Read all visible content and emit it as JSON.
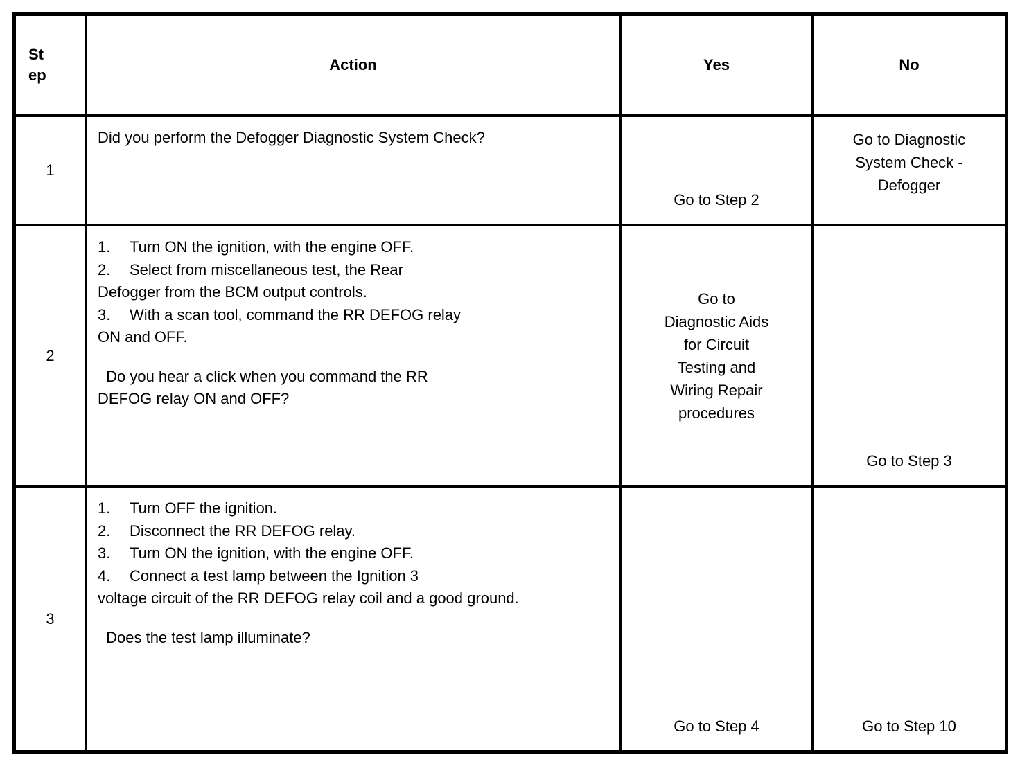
{
  "document": {
    "type": "diagnostic-procedure-table",
    "title": "Rear Defogger Diagnostic Procedure Table"
  },
  "table": {
    "columns": [
      {
        "key": "step",
        "label": "St\nep"
      },
      {
        "key": "action",
        "label": "Action"
      },
      {
        "key": "yes",
        "label": "Yes"
      },
      {
        "key": "no",
        "label": "No"
      }
    ],
    "rows": [
      {
        "step": "1",
        "action_lines": [
          {
            "text": "Did you perform the Defogger Diagnostic System",
            "type": "text"
          },
          {
            "text": "Check?",
            "type": "text"
          }
        ],
        "yes_lines": [
          "Go to Step 2"
        ],
        "no_lines": [
          "Go to Diagnostic",
          "System Check -",
          "Defogger"
        ]
      },
      {
        "step": "2",
        "action_lines": [
          {
            "num": "1.",
            "text": "Turn ON the ignition, with the engine OFF.",
            "type": "numbered"
          },
          {
            "num": "2.",
            "text": "Select from miscellaneous test, the Rear",
            "type": "numbered"
          },
          {
            "text": "Defogger from the BCM output controls.",
            "type": "text"
          },
          {
            "num": "3.",
            "text": "With a scan tool, command the RR DEFOG relay",
            "type": "numbered"
          },
          {
            "text": "ON and OFF.",
            "type": "text"
          },
          {
            "text": "",
            "type": "blank"
          },
          {
            "text": " Do you hear a click when you command the RR",
            "type": "text"
          },
          {
            "text": "DEFOG relay ON and OFF?",
            "type": "text"
          }
        ],
        "yes_lines": [
          "Go to",
          "Diagnostic Aids",
          "for Circuit",
          "Testing and",
          "Wiring Repair",
          "procedures"
        ],
        "no_lines": [
          "Go to Step 3"
        ]
      },
      {
        "step": "3",
        "action_lines": [
          {
            "num": "1.",
            "text": "Turn OFF the ignition.",
            "type": "numbered"
          },
          {
            "num": "2.",
            "text": "Disconnect the RR DEFOG relay.",
            "type": "numbered"
          },
          {
            "num": "3.",
            "text": "Turn ON the ignition, with the engine OFF.",
            "type": "numbered"
          },
          {
            "num": "4.",
            "text": "Connect a test lamp between the Ignition 3",
            "type": "numbered"
          },
          {
            "text": "voltage circuit of the RR DEFOG relay coil and a good",
            "type": "text"
          },
          {
            "text": "ground.",
            "type": "text"
          },
          {
            "text": "",
            "type": "blank"
          },
          {
            "text": " Does the test lamp illuminate?",
            "type": "text"
          }
        ],
        "yes_lines": [
          "Go to Step 4"
        ],
        "no_lines": [
          "Go to Step 10"
        ]
      }
    ]
  },
  "row1": {
    "step": "1",
    "action_l1": "Did you perform the Defogger Diagnostic System",
    "action_l2": "Check?",
    "yes": "Go to Step 2",
    "no_l1": "Go to Diagnostic",
    "no_l2": "System Check -",
    "no_l3": "Defogger"
  },
  "row2": {
    "step": "2",
    "n1": "1.",
    "t1": "Turn ON the ignition, with the engine OFF.",
    "n2": "2.",
    "t2": "Select from miscellaneous test, the Rear",
    "t2b": "Defogger from the BCM output controls.",
    "n3": "3.",
    "t3": "With a scan tool, command the RR DEFOG relay",
    "t3b": "ON and OFF.",
    "q1": " Do you hear a click when you command the RR",
    "q2": "DEFOG relay ON and OFF?",
    "yes_l1": "Go to",
    "yes_l2": "Diagnostic Aids",
    "yes_l3": "for Circuit",
    "yes_l4": "Testing and",
    "yes_l5": "Wiring Repair",
    "yes_l6": "procedures",
    "no": "Go to Step 3"
  },
  "row3": {
    "step": "3",
    "n1": "1.",
    "t1": "Turn OFF the ignition.",
    "n2": "2.",
    "t2": "Disconnect the RR DEFOG relay.",
    "n3": "3.",
    "t3": "Turn ON the ignition, with the engine OFF.",
    "n4": "4.",
    "t4": "Connect a test lamp between the Ignition 3",
    "t4b": "voltage circuit of the RR DEFOG relay coil and a good",
    "t4c": "ground.",
    "q1": " Does the test lamp illuminate?",
    "yes": "Go to Step 4",
    "no": "Go to Step 10"
  },
  "header": {
    "step": "St\nep",
    "action": "Action",
    "yes": "Yes",
    "no": "No"
  },
  "colors": {
    "background": "#ffffff",
    "text": "#000000",
    "border": "#000000"
  }
}
